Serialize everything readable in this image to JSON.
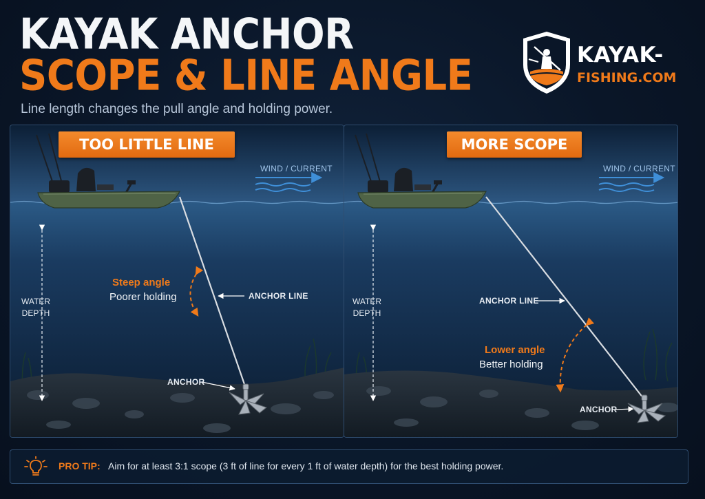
{
  "header": {
    "title_line1": "KAYAK ANCHOR",
    "title_line2": "SCOPE & LINE ANGLE",
    "subtitle": "Line length changes the pull angle and holding power."
  },
  "logo": {
    "line1": "KAYAK-",
    "line2": "FISHING.COM"
  },
  "panels": [
    {
      "banner": "TOO LITTLE LINE",
      "wind_label": "WIND / CURRENT",
      "depth_label_1": "WATER",
      "depth_label_2": "DEPTH",
      "angle_heading": "Steep angle",
      "angle_text": "Poorer holding",
      "line_label": "ANCHOR LINE",
      "anchor_label": "ANCHOR"
    },
    {
      "banner": "MORE SCOPE",
      "wind_label": "WIND / CURRENT",
      "depth_label_1": "WATER",
      "depth_label_2": "DEPTH",
      "angle_heading": "Lower angle",
      "angle_text": "Better holding",
      "line_label": "ANCHOR LINE",
      "anchor_label": "ANCHOR"
    }
  ],
  "tip": {
    "label": "PRO TIP:",
    "text": "Aim for at least 3:1 scope (3 ft of line for every 1 ft of water depth) for the best holding power."
  },
  "colors": {
    "accent": "#f07a1a",
    "background": "#0a1628",
    "water_deep": "#0a1a2e",
    "kayak_hull": "#4f6346"
  },
  "icons": [
    "shield-logo-icon",
    "kayak-icon",
    "anchor-icon",
    "wind-arrow-icon",
    "lightbulb-icon"
  ]
}
